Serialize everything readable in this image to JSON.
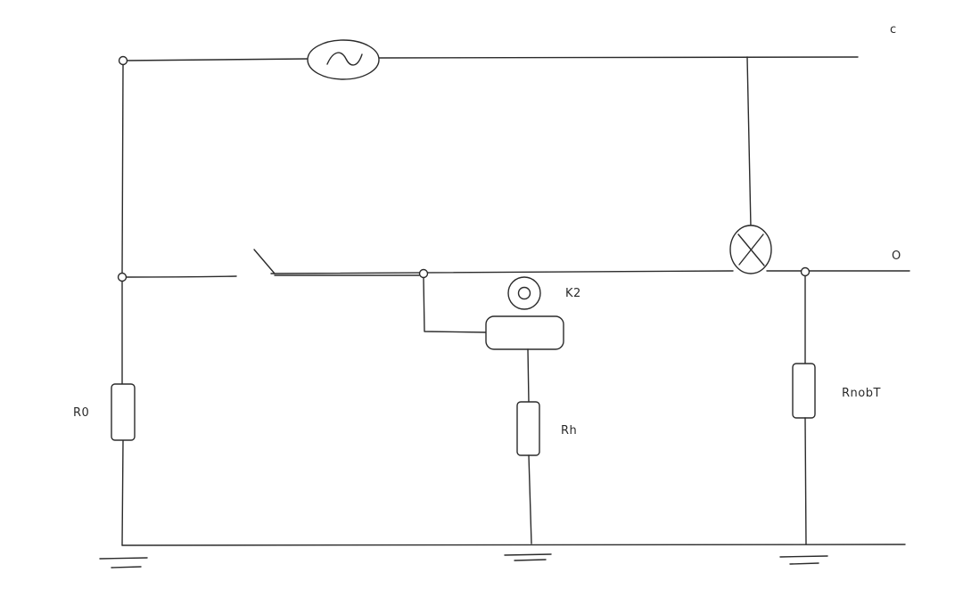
{
  "labels": {
    "line_c": "c",
    "line_o": "O",
    "relay": "K2",
    "resistor_left": "R0",
    "resistor_middle": "Rh",
    "resistor_right": "RnobT"
  },
  "colors": {
    "ink": "#2b2b2b",
    "background": "#ffffff"
  },
  "icons": {
    "ac_source": "ac-source-icon",
    "lamp": "lamp-icon",
    "switch": "switch-icon",
    "relay_coil": "relay-coil-icon",
    "ground": "ground-icon",
    "terminal": "terminal-icon"
  }
}
